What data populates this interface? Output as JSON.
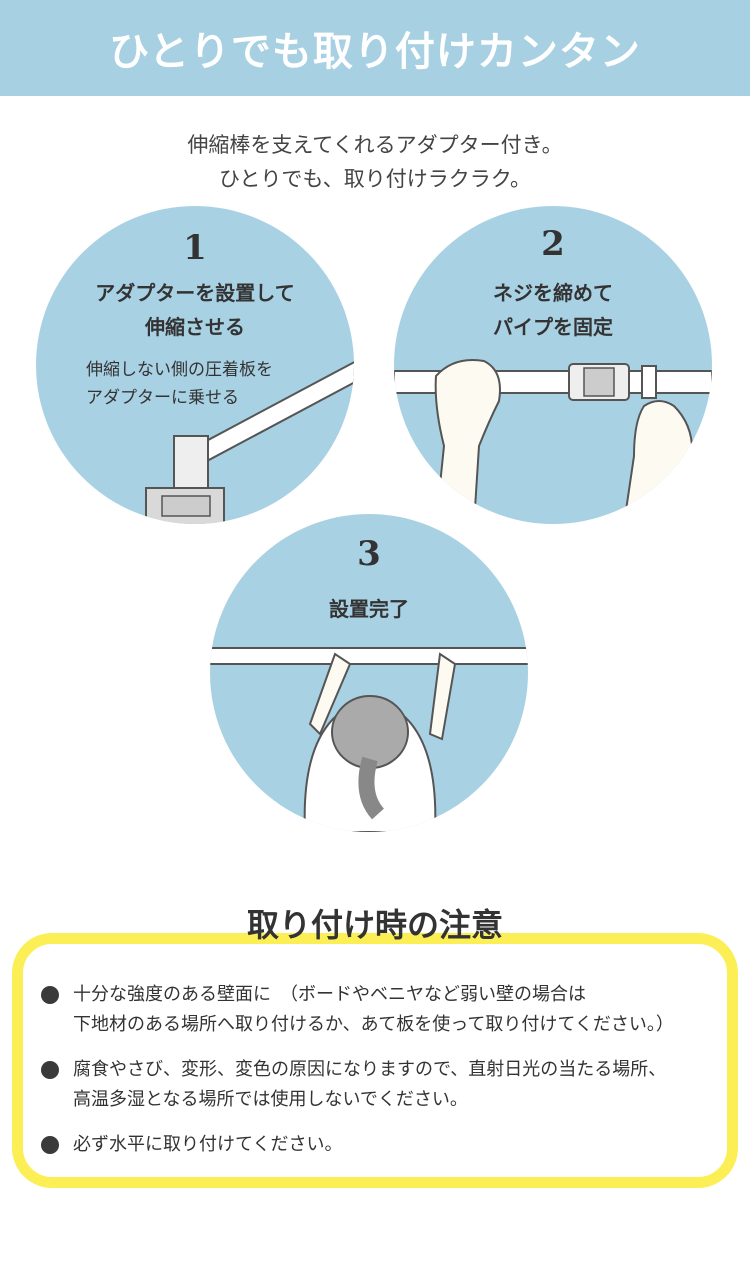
{
  "header": {
    "title": "ひとりでも取り付けカンタン"
  },
  "intro": {
    "line1": "伸縮棒を支えてくれるアダプター付き。",
    "line2": "ひとりでも、取り付けラクラク。"
  },
  "steps": [
    {
      "number": "1",
      "title_line1": "アダプターを設置して",
      "title_line2": "伸縮させる",
      "sub_line1": "伸縮しない側の圧着板を",
      "sub_line2": "アダプターに乗せる"
    },
    {
      "number": "2",
      "title_line1": "ネジを締めて",
      "title_line2": "パイプを固定"
    },
    {
      "number": "3",
      "title_line1": "設置完了"
    }
  ],
  "notice": {
    "title": "取り付け時の注意",
    "items": [
      {
        "line1": "十分な強度のある壁面に　（ボードやベニヤなど弱い壁の場合は",
        "line2": "下地材のある場所へ取り付けるか、あて板を使って取り付けてください。）"
      },
      {
        "line1": "腐食やさび、変形、変色の原因になりますので、直射日光の当たる場所、",
        "line2": "高温多湿となる場所では使用しないでください。"
      },
      {
        "line1": "必ず水平に取り付けてください。"
      }
    ]
  },
  "colors": {
    "header": "#a7d0e3",
    "circle": "#a9d1e4",
    "notice_border": "#fcef55"
  }
}
